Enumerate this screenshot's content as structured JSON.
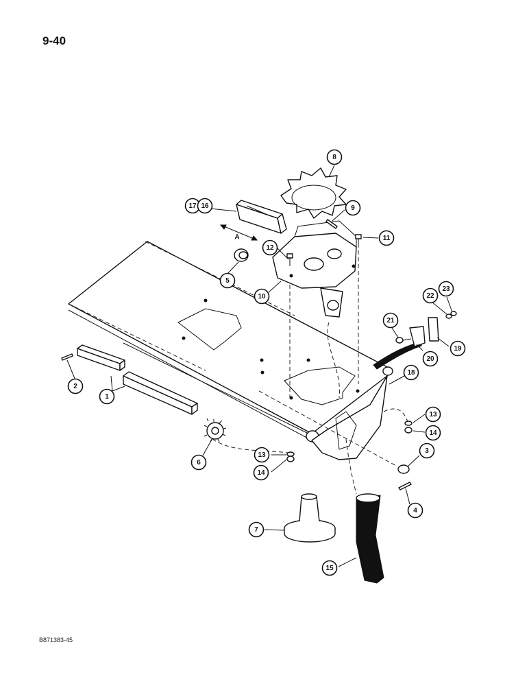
{
  "page_number": "9-40",
  "doc_code": "B871383-45",
  "dimension_label": "A",
  "callouts": [
    {
      "id": "c8",
      "label": "8"
    },
    {
      "id": "c17",
      "label": "17"
    },
    {
      "id": "c16",
      "label": "16"
    },
    {
      "id": "c9",
      "label": "9"
    },
    {
      "id": "c11",
      "label": "11"
    },
    {
      "id": "c12",
      "label": "12"
    },
    {
      "id": "c5",
      "label": "5"
    },
    {
      "id": "c10",
      "label": "10"
    },
    {
      "id": "c22",
      "label": "22"
    },
    {
      "id": "c23",
      "label": "23"
    },
    {
      "id": "c21",
      "label": "21"
    },
    {
      "id": "c19",
      "label": "19"
    },
    {
      "id": "c20",
      "label": "20"
    },
    {
      "id": "c2",
      "label": "2"
    },
    {
      "id": "c1",
      "label": "1"
    },
    {
      "id": "c18",
      "label": "18"
    },
    {
      "id": "c13a",
      "label": "13"
    },
    {
      "id": "c14a",
      "label": "14"
    },
    {
      "id": "c6",
      "label": "6"
    },
    {
      "id": "c13b",
      "label": "13"
    },
    {
      "id": "c14b",
      "label": "14"
    },
    {
      "id": "c3",
      "label": "3"
    },
    {
      "id": "c4",
      "label": "4"
    },
    {
      "id": "c7",
      "label": "7"
    },
    {
      "id": "c15",
      "label": "15"
    }
  ]
}
